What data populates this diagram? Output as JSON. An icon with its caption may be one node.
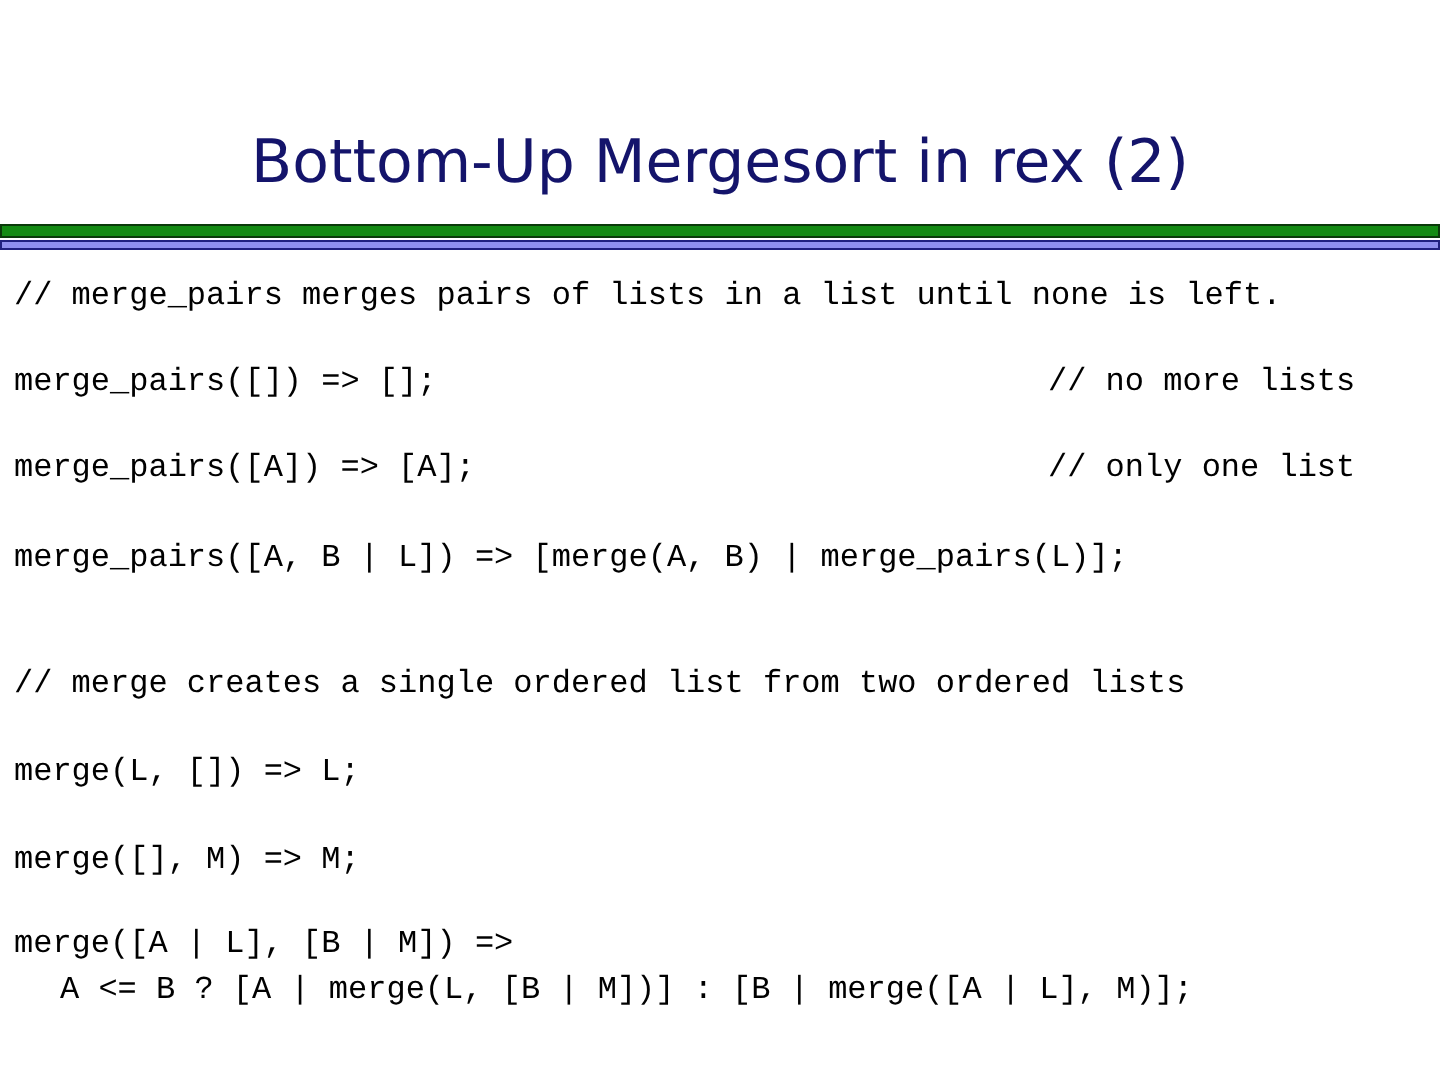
{
  "diagram": {
    "title": "Bottom-Up Mergesort in rex (2)",
    "labels": [
      "// merge_pairs merges pairs of lists in a list until none is left.",
      "merge_pairs([]) => [];",
      "// no more lists",
      "merge_pairs([A]) => [A];",
      "// only one list",
      "merge_pairs([A, B | L]) => [merge(A, B) | merge_pairs(L)];",
      "// merge creates a single ordered list from two ordered lists",
      "merge(L, []) => L;",
      "merge([], M) => M;",
      "merge([A | L], [B | M]) =>",
      "A <= B ? [A | merge(L, [B | M])] : [B | merge([A | L], M)];"
    ]
  }
}
